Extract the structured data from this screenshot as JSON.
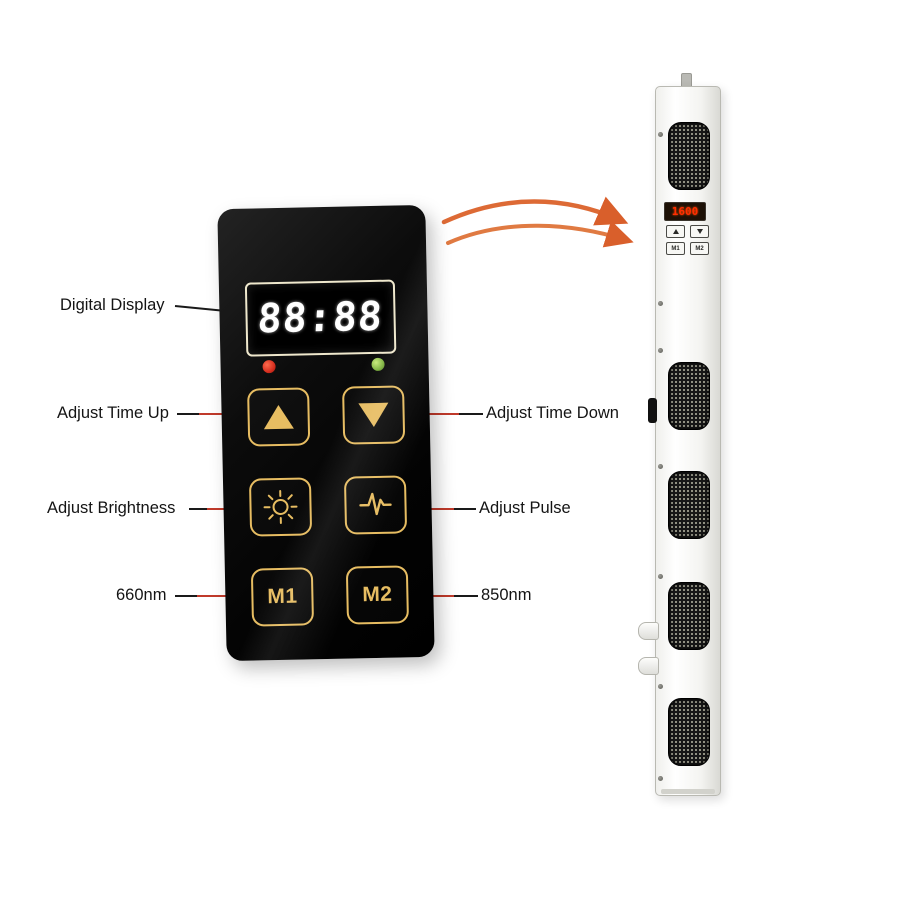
{
  "labels": {
    "digital_display": "Digital Display",
    "adjust_time_up": "Adjust Time Up",
    "adjust_time_down": "Adjust Time Down",
    "adjust_brightness": "Adjust Brightness",
    "adjust_pulse": "Adjust Pulse",
    "nm660": "660nm",
    "nm850": "850nm"
  },
  "panel": {
    "display_value": "88:88",
    "m1_label": "M1",
    "m2_label": "M2"
  },
  "device": {
    "display_value": "1600",
    "m1_label": "M1",
    "m2_label": "M2"
  },
  "icons": {
    "time_up": "triangle-up",
    "time_down": "triangle-down",
    "brightness": "sun",
    "pulse": "waveform"
  },
  "colors": {
    "accent_gold": "#e7bd62",
    "led_red": "#d62e1f",
    "led_green": "#7fb341",
    "arrow_orange": "#dd6a35",
    "line_red": "#c03a2b",
    "device_digits_red": "#ff2d00"
  }
}
